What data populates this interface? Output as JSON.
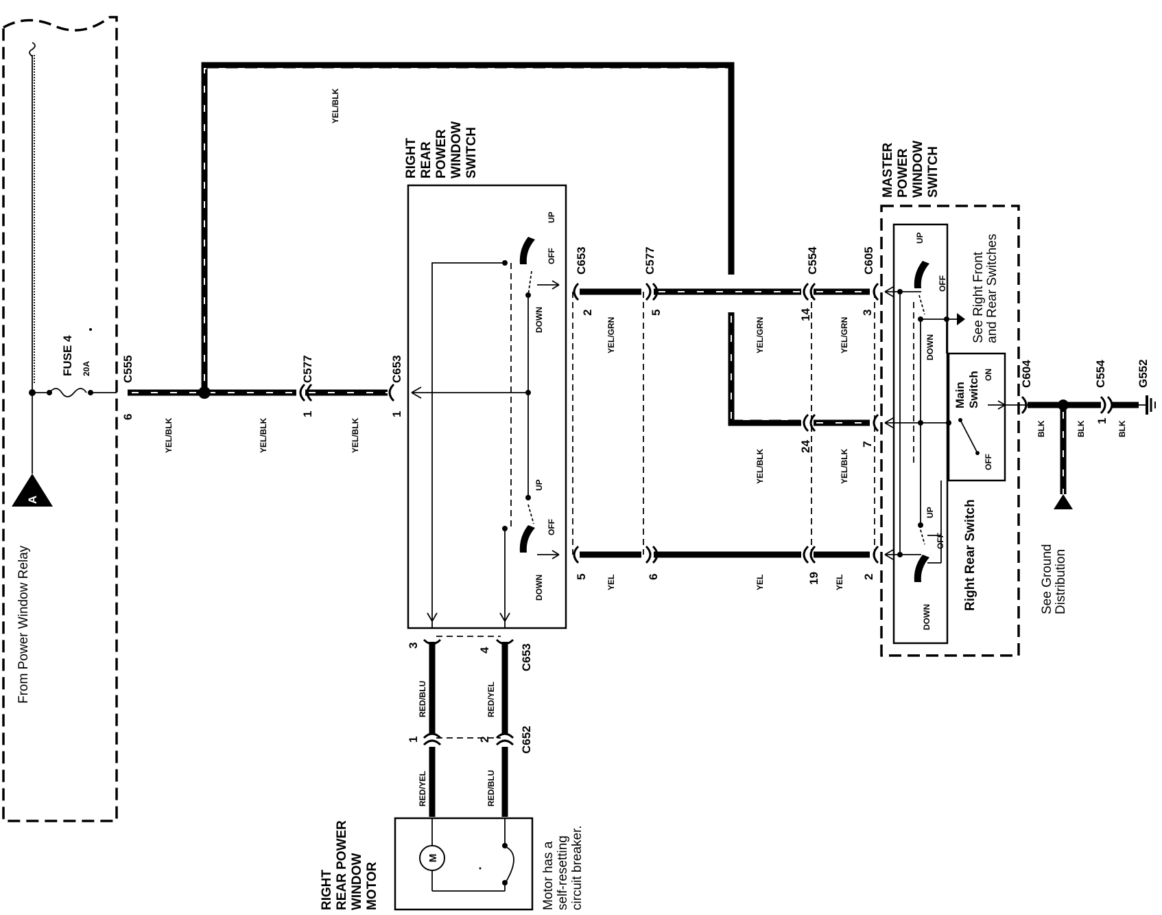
{
  "fuse": {
    "name": "FUSE 4",
    "rating": "20A"
  },
  "source": {
    "badge": "A",
    "label": "From Power Window Relay"
  },
  "components": {
    "rr_switch": [
      "RIGHT",
      "REAR",
      "POWER",
      "WINDOW",
      "SWITCH"
    ],
    "master_switch": [
      "MASTER",
      "POWER",
      "WINDOW",
      "SWITCH"
    ],
    "motor": [
      "RIGHT",
      "REAR POWER",
      "WINDOW",
      "MOTOR"
    ],
    "motor_symbol": "M",
    "motor_note": [
      "Motor has a",
      "self-resetting",
      "circuit breaker."
    ],
    "main_switch": [
      "Main",
      "Switch"
    ],
    "right_rear_switch": "Right Rear Switch",
    "see_switches": [
      "See Right Front",
      "and Rear Switches"
    ],
    "see_ground": [
      "See Ground",
      "Distribution"
    ],
    "ground": "G552"
  },
  "states": {
    "up": "UP",
    "off": "OFF",
    "down": "DOWN",
    "on": "ON"
  },
  "connectors": {
    "c555": "C555",
    "c577": "C577",
    "c653": "C653",
    "c554": "C554",
    "c605": "C605",
    "c604": "C604",
    "c652": "C652"
  },
  "pins": {
    "p6": "6",
    "p1": "1",
    "p2": "2",
    "p3": "3",
    "p4": "4",
    "p5": "5",
    "p7": "7",
    "p14": "14",
    "p19": "19",
    "p24": "24"
  },
  "wires": {
    "yel_blk": "YEL/BLK",
    "yel_grn": "YEL/GRN",
    "yel": "YEL",
    "blk": "BLK",
    "red_blu": "RED/BLU",
    "red_yel": "RED/YEL"
  }
}
